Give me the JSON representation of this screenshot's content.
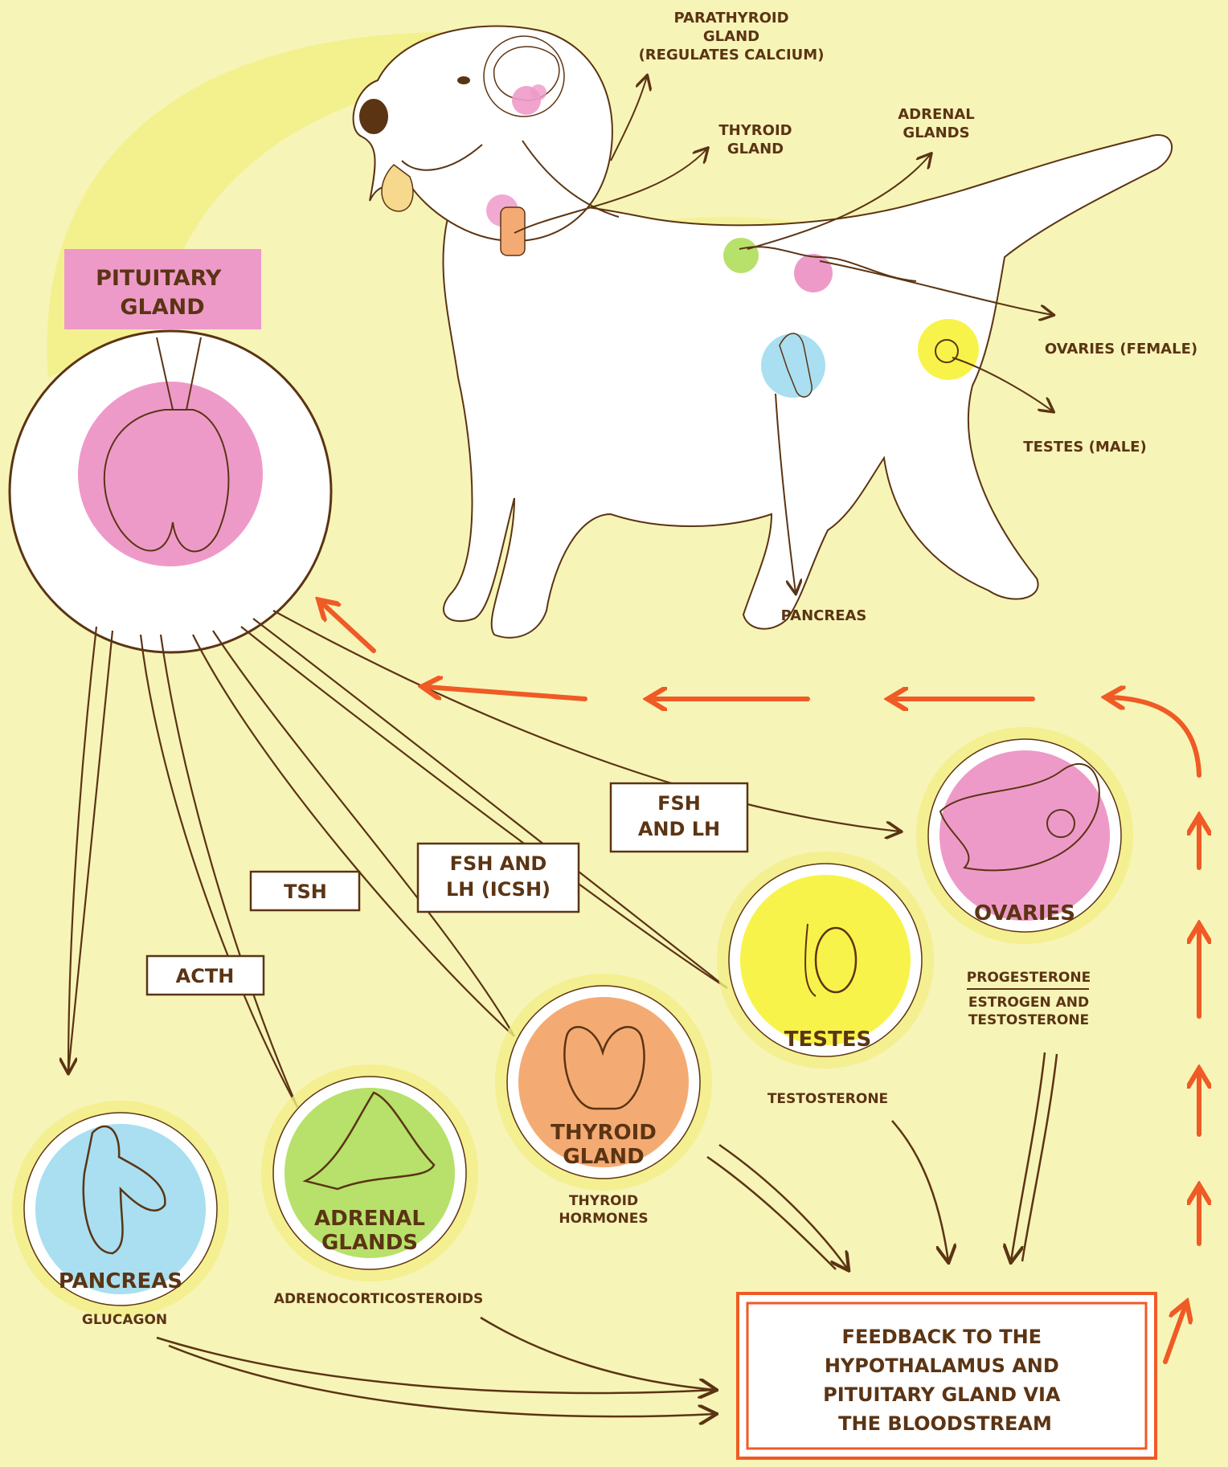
{
  "colors": {
    "background": "#f7f4b8",
    "glow": "#f2ee86",
    "brown": "#5b3413",
    "orange_arrow": "#f05a24",
    "pink": "#ee9ac9",
    "label_pink": "#ee9ac9",
    "yellow": "#f8f34a",
    "orange": "#f4ab73",
    "green": "#b7e16a",
    "blue": "#a9dff0",
    "dog": "#ffffff"
  },
  "anatomy_labels": {
    "parathyroid": [
      "PARATHYROID",
      "GLAND",
      "(REGULATES CALCIUM)"
    ],
    "thyroid": [
      "THYROID",
      "GLAND"
    ],
    "adrenal": [
      "ADRENAL",
      "GLANDS"
    ],
    "ovaries": "OVARIES (FEMALE)",
    "testes": "TESTES (MALE)",
    "pancreas": "PANCREAS"
  },
  "pituitary": {
    "title": [
      "PITUITARY",
      "GLAND"
    ]
  },
  "hormones": {
    "fsh_lh": [
      "FSH",
      "AND LH"
    ],
    "fsh_lh_icsh": [
      "FSH AND",
      "LH (ICSH)"
    ],
    "tsh": "TSH",
    "acth": "ACTH"
  },
  "glands": {
    "ovaries": {
      "name": "OVARIES",
      "hormone_top": "PROGESTERONE",
      "hormone_bottom": [
        "ESTROGEN AND",
        "TESTOSTERONE"
      ]
    },
    "testes": {
      "name": "TESTES",
      "hormone": "TESTOSTERONE"
    },
    "thyroid": {
      "name": [
        "THYROID",
        "GLAND"
      ],
      "hormone": [
        "THYROID",
        "HORMONES"
      ]
    },
    "adrenal": {
      "name": [
        "ADRENAL",
        "GLANDS"
      ],
      "hormone": "ADRENOCORTICOSTEROIDS"
    },
    "pancreas": {
      "name": "PANCREAS",
      "hormone": "GLUCAGON"
    }
  },
  "feedback": [
    "FEEDBACK TO THE",
    "HYPOTHALAMUS AND",
    "PITUITARY GLAND VIA",
    "THE BLOODSTREAM"
  ]
}
